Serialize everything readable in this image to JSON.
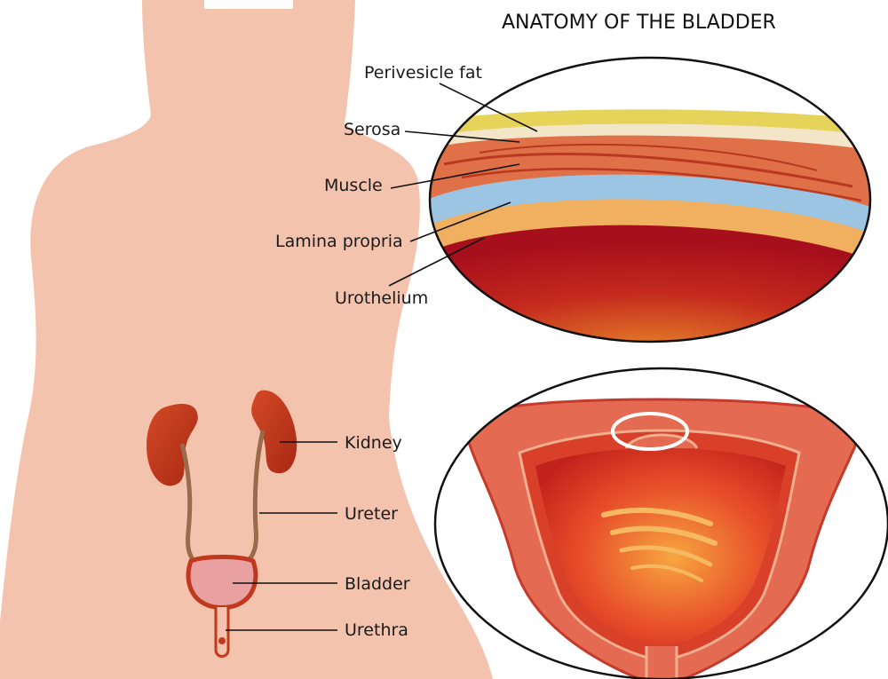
{
  "title": "ANATOMY OF THE BLADDER",
  "layer_labels": {
    "perivesicle_fat": "Perivesicle fat",
    "serosa": "Serosa",
    "muscle": "Muscle",
    "lamina_propria": "Lamina propria",
    "urothelium": "Urothelium"
  },
  "organ_labels": {
    "kidney": "Kidney",
    "ureter": "Ureter",
    "bladder": "Bladder",
    "urethra": "Urethra"
  },
  "colors": {
    "skin": "#f4c3ae",
    "kidney": "#c0391f",
    "ureter": "#9a6a4a",
    "bladder": "#e9a0a0",
    "fat": "#e6d35a",
    "serosa": "#f3e6c8",
    "muscle": "#e07048",
    "lamina_propria": "#9cc5e4",
    "urothelium": "#f0b060",
    "lumen": "#b8161f"
  }
}
